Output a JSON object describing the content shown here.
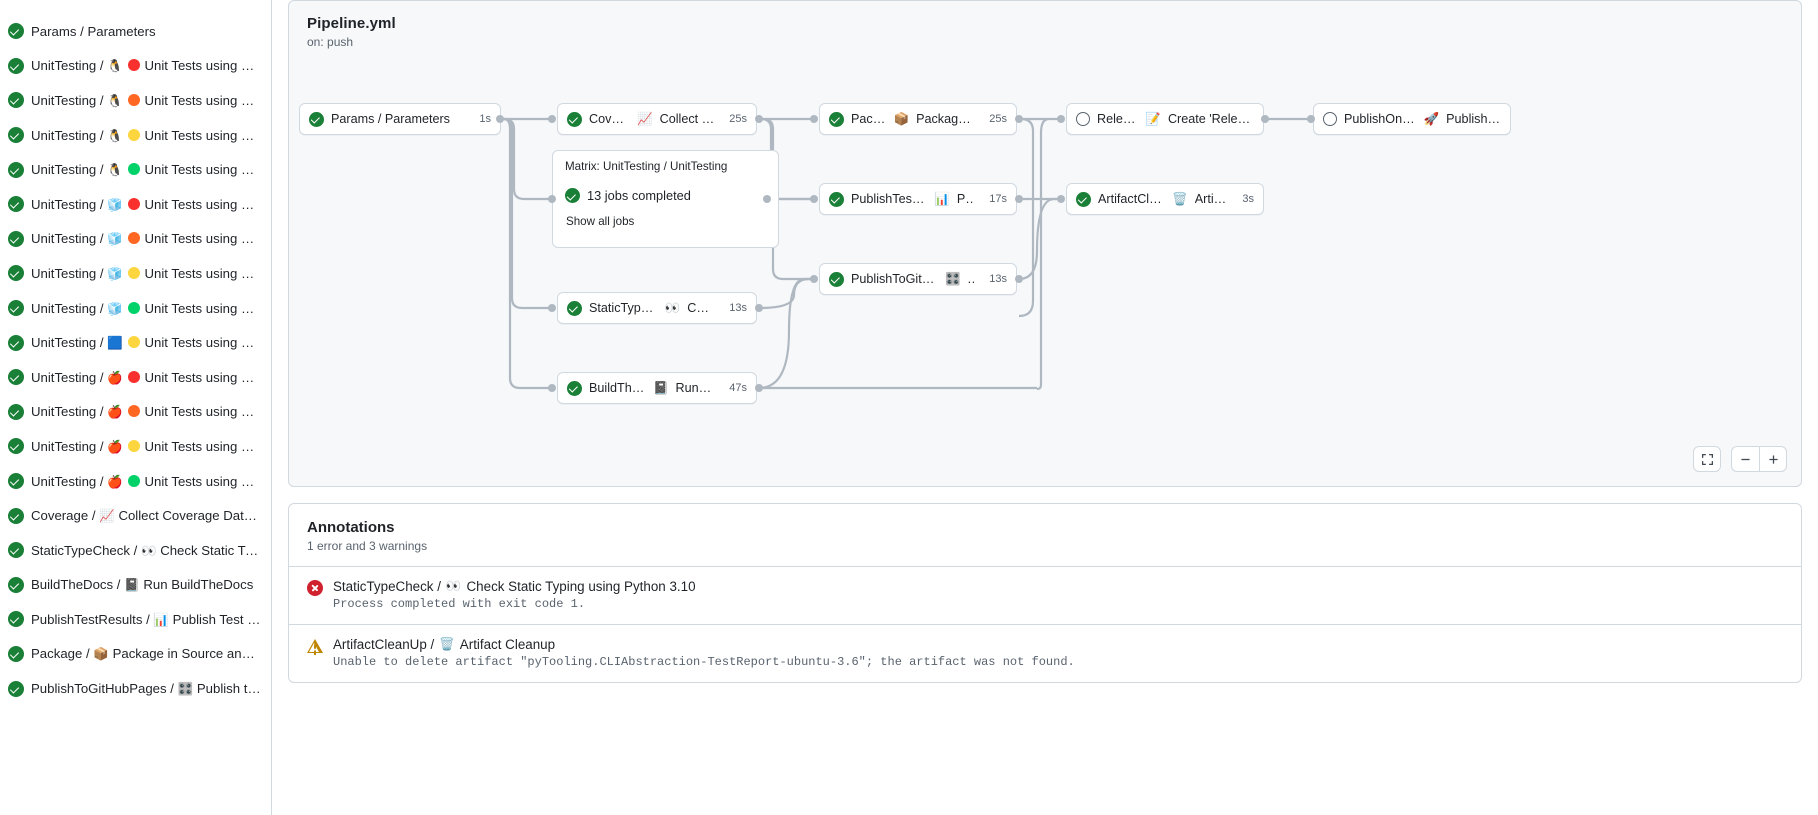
{
  "sidebar": {
    "jobs": [
      {
        "icon": "check-success-icon",
        "prefix": "Params / ",
        "emoji": "",
        "dot": "",
        "label": "Parameters"
      },
      {
        "icon": "check-success-icon",
        "prefix": "UnitTesting / ",
        "emoji": "🐧",
        "dot": "#f8312f",
        "label": "Unit Tests using Pyth..."
      },
      {
        "icon": "check-success-icon",
        "prefix": "UnitTesting / ",
        "emoji": "🐧",
        "dot": "#ff6723",
        "label": "Unit Tests using Pyth..."
      },
      {
        "icon": "check-success-icon",
        "prefix": "UnitTesting / ",
        "emoji": "🐧",
        "dot": "#fcd53f",
        "label": "Unit Tests using Pyth..."
      },
      {
        "icon": "check-success-icon",
        "prefix": "UnitTesting / ",
        "emoji": "🐧",
        "dot": "#00d26a",
        "label": "Unit Tests using Pyth..."
      },
      {
        "icon": "check-success-icon",
        "prefix": "UnitTesting / ",
        "emoji": "🧊",
        "dot": "#f8312f",
        "label": "Unit Tests using Pyth..."
      },
      {
        "icon": "check-success-icon",
        "prefix": "UnitTesting / ",
        "emoji": "🧊",
        "dot": "#ff6723",
        "label": "Unit Tests using Pyth..."
      },
      {
        "icon": "check-success-icon",
        "prefix": "UnitTesting / ",
        "emoji": "🧊",
        "dot": "#fcd53f",
        "label": "Unit Tests using Pyth..."
      },
      {
        "icon": "check-success-icon",
        "prefix": "UnitTesting / ",
        "emoji": "🧊",
        "dot": "#00d26a",
        "label": "Unit Tests using Pyth..."
      },
      {
        "icon": "check-success-icon",
        "prefix": "UnitTesting / ",
        "emoji": "🟦",
        "dot": "#fcd53f",
        "label": "Unit Tests using Pyth..."
      },
      {
        "icon": "check-success-icon",
        "prefix": "UnitTesting / ",
        "emoji": "🍎",
        "dot": "#f8312f",
        "label": "Unit Tests using Pyth..."
      },
      {
        "icon": "check-success-icon",
        "prefix": "UnitTesting / ",
        "emoji": "🍎",
        "dot": "#ff6723",
        "label": "Unit Tests using Pyth..."
      },
      {
        "icon": "check-success-icon",
        "prefix": "UnitTesting / ",
        "emoji": "🍎",
        "dot": "#fcd53f",
        "label": "Unit Tests using Pyth..."
      },
      {
        "icon": "check-success-icon",
        "prefix": "UnitTesting / ",
        "emoji": "🍎",
        "dot": "#00d26a",
        "label": "Unit Tests using Pyth..."
      },
      {
        "icon": "check-success-icon",
        "prefix": "Coverage / ",
        "emoji": "📈",
        "dot": "",
        "label": "Collect Coverage Data usi..."
      },
      {
        "icon": "check-success-icon",
        "prefix": "StaticTypeCheck / ",
        "emoji": "👀",
        "dot": "",
        "label": "Check Static Typing..."
      },
      {
        "icon": "check-success-icon",
        "prefix": "BuildTheDocs / ",
        "emoji": "📓",
        "dot": "",
        "label": "Run BuildTheDocs"
      },
      {
        "icon": "check-success-icon",
        "prefix": "PublishTestResults / ",
        "emoji": "📊",
        "dot": "",
        "label": "Publish Test Resu..."
      },
      {
        "icon": "check-success-icon",
        "prefix": "Package / ",
        "emoji": "📦",
        "dot": "",
        "label": "Package in Source and Wh..."
      },
      {
        "icon": "check-success-icon",
        "prefix": "PublishToGitHubPages / ",
        "emoji": "🎛️",
        "dot": "",
        "label": "Publish to G..."
      }
    ]
  },
  "graph": {
    "title": "Pipeline.yml",
    "trigger": "on: push",
    "nodes": [
      {
        "id": "params",
        "status": "success",
        "label": "Params / Parameters",
        "emoji": "",
        "duration": "1s"
      },
      {
        "id": "coverage",
        "status": "success",
        "label": "Coverage / ",
        "emoji": "📈",
        "label2": "Collect Cove...",
        "duration": "25s"
      },
      {
        "id": "statictype",
        "status": "success",
        "label": "StaticTypeCheck / ",
        "emoji": "👀",
        "label2": "Chec...",
        "duration": "13s"
      },
      {
        "id": "buildthedocs",
        "status": "success",
        "label": "BuildTheDocs / ",
        "emoji": "📓",
        "label2": "Run Buil...",
        "duration": "47s"
      },
      {
        "id": "package",
        "status": "success",
        "label": "Package / ",
        "emoji": "📦",
        "label2": "Package in So...",
        "duration": "25s"
      },
      {
        "id": "publishtest",
        "status": "success",
        "label": "PublishTestResults / ",
        "emoji": "📊",
        "label2": "Pu...",
        "duration": "17s"
      },
      {
        "id": "publishpages",
        "status": "success",
        "label": "PublishToGitHubPages / ",
        "emoji": "🎛️",
        "label2": "...",
        "duration": "13s"
      },
      {
        "id": "release",
        "status": "pending",
        "label": "Release / ",
        "emoji": "📝",
        "label2": "Create 'Release P...",
        "duration": ""
      },
      {
        "id": "artifact",
        "status": "success",
        "label": "ArtifactCleanUp / ",
        "emoji": "🗑️",
        "label2": "Artifac...",
        "duration": "3s"
      },
      {
        "id": "pypi",
        "status": "pending",
        "label": "PublishOnPyPI / ",
        "emoji": "🚀",
        "label2": "Publish to ...",
        "duration": ""
      }
    ],
    "matrix": {
      "label": "Matrix: UnitTesting / UnitTesting",
      "summary": "13 jobs completed",
      "show_all": "Show all jobs"
    },
    "controls": {
      "fullscreen": "fullscreen-icon",
      "zoom_out": "minus-icon",
      "zoom_in": "plus-icon"
    }
  },
  "annotations": {
    "title": "Annotations",
    "count": "1 error and 3 warnings",
    "items": [
      {
        "severity": "error",
        "job": "StaticTypeCheck / ",
        "emoji": "👀",
        "job2": "Check Static Typing using Python 3.10",
        "message": "Process completed with exit code 1."
      },
      {
        "severity": "warning",
        "job": "ArtifactCleanUp / ",
        "emoji": "🗑️",
        "job2": "Artifact Cleanup",
        "message": "Unable to delete artifact \"pyTooling.CLIAbstraction-TestReport-ubuntu-3.6\"; the artifact was not found."
      }
    ]
  },
  "colors": {
    "success": "#1a7f37",
    "error": "#cf222e",
    "warning": "#bf8700",
    "border": "#d1d9e0",
    "edge": "#afb8c1"
  }
}
